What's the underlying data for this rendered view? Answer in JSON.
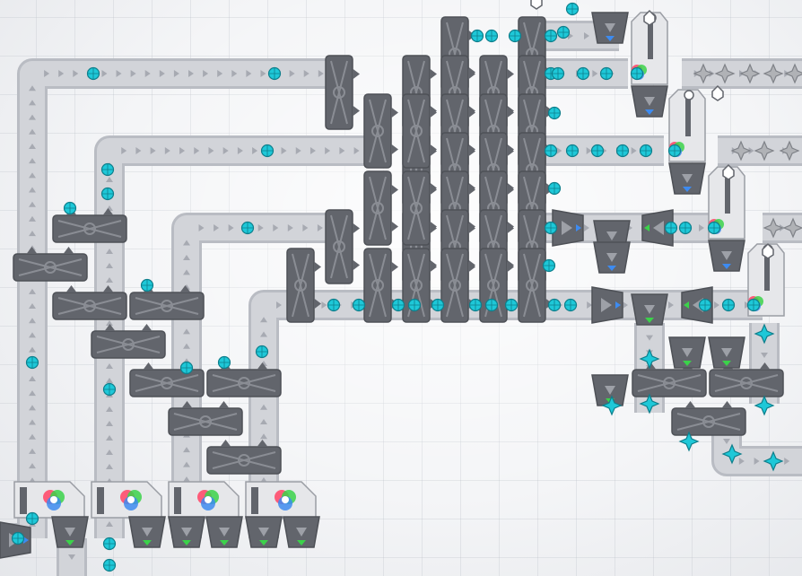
{
  "game": {
    "title": "",
    "grid_visible": true
  },
  "palette": {
    "background": "#f4f5f7",
    "belt_fill": "#d2d4d9",
    "belt_edge": "#b9bcc3",
    "belt_arrow": "#a7aab2",
    "machine": "#62656c",
    "machine_dark": "#4e5157",
    "machine_line": "#8a8d94",
    "shape_cyan": "#1ec8d8",
    "shape_cyan_dark": "#0e7f8c",
    "shape_blue": "#3d8bf0",
    "shape_green": "#3bd24a",
    "shape_gray_star": "#b0b2b6"
  },
  "icons": [
    "balancer-icon",
    "painter-icon",
    "cutter-icon",
    "rotator-icon",
    "belt-icon",
    "circle-shape-icon",
    "star-shape-icon",
    "color-mixer-icon"
  ],
  "items_on_belts": {
    "cyan_circles": 68,
    "cyan_stars": 8,
    "gray_stars": 10
  }
}
